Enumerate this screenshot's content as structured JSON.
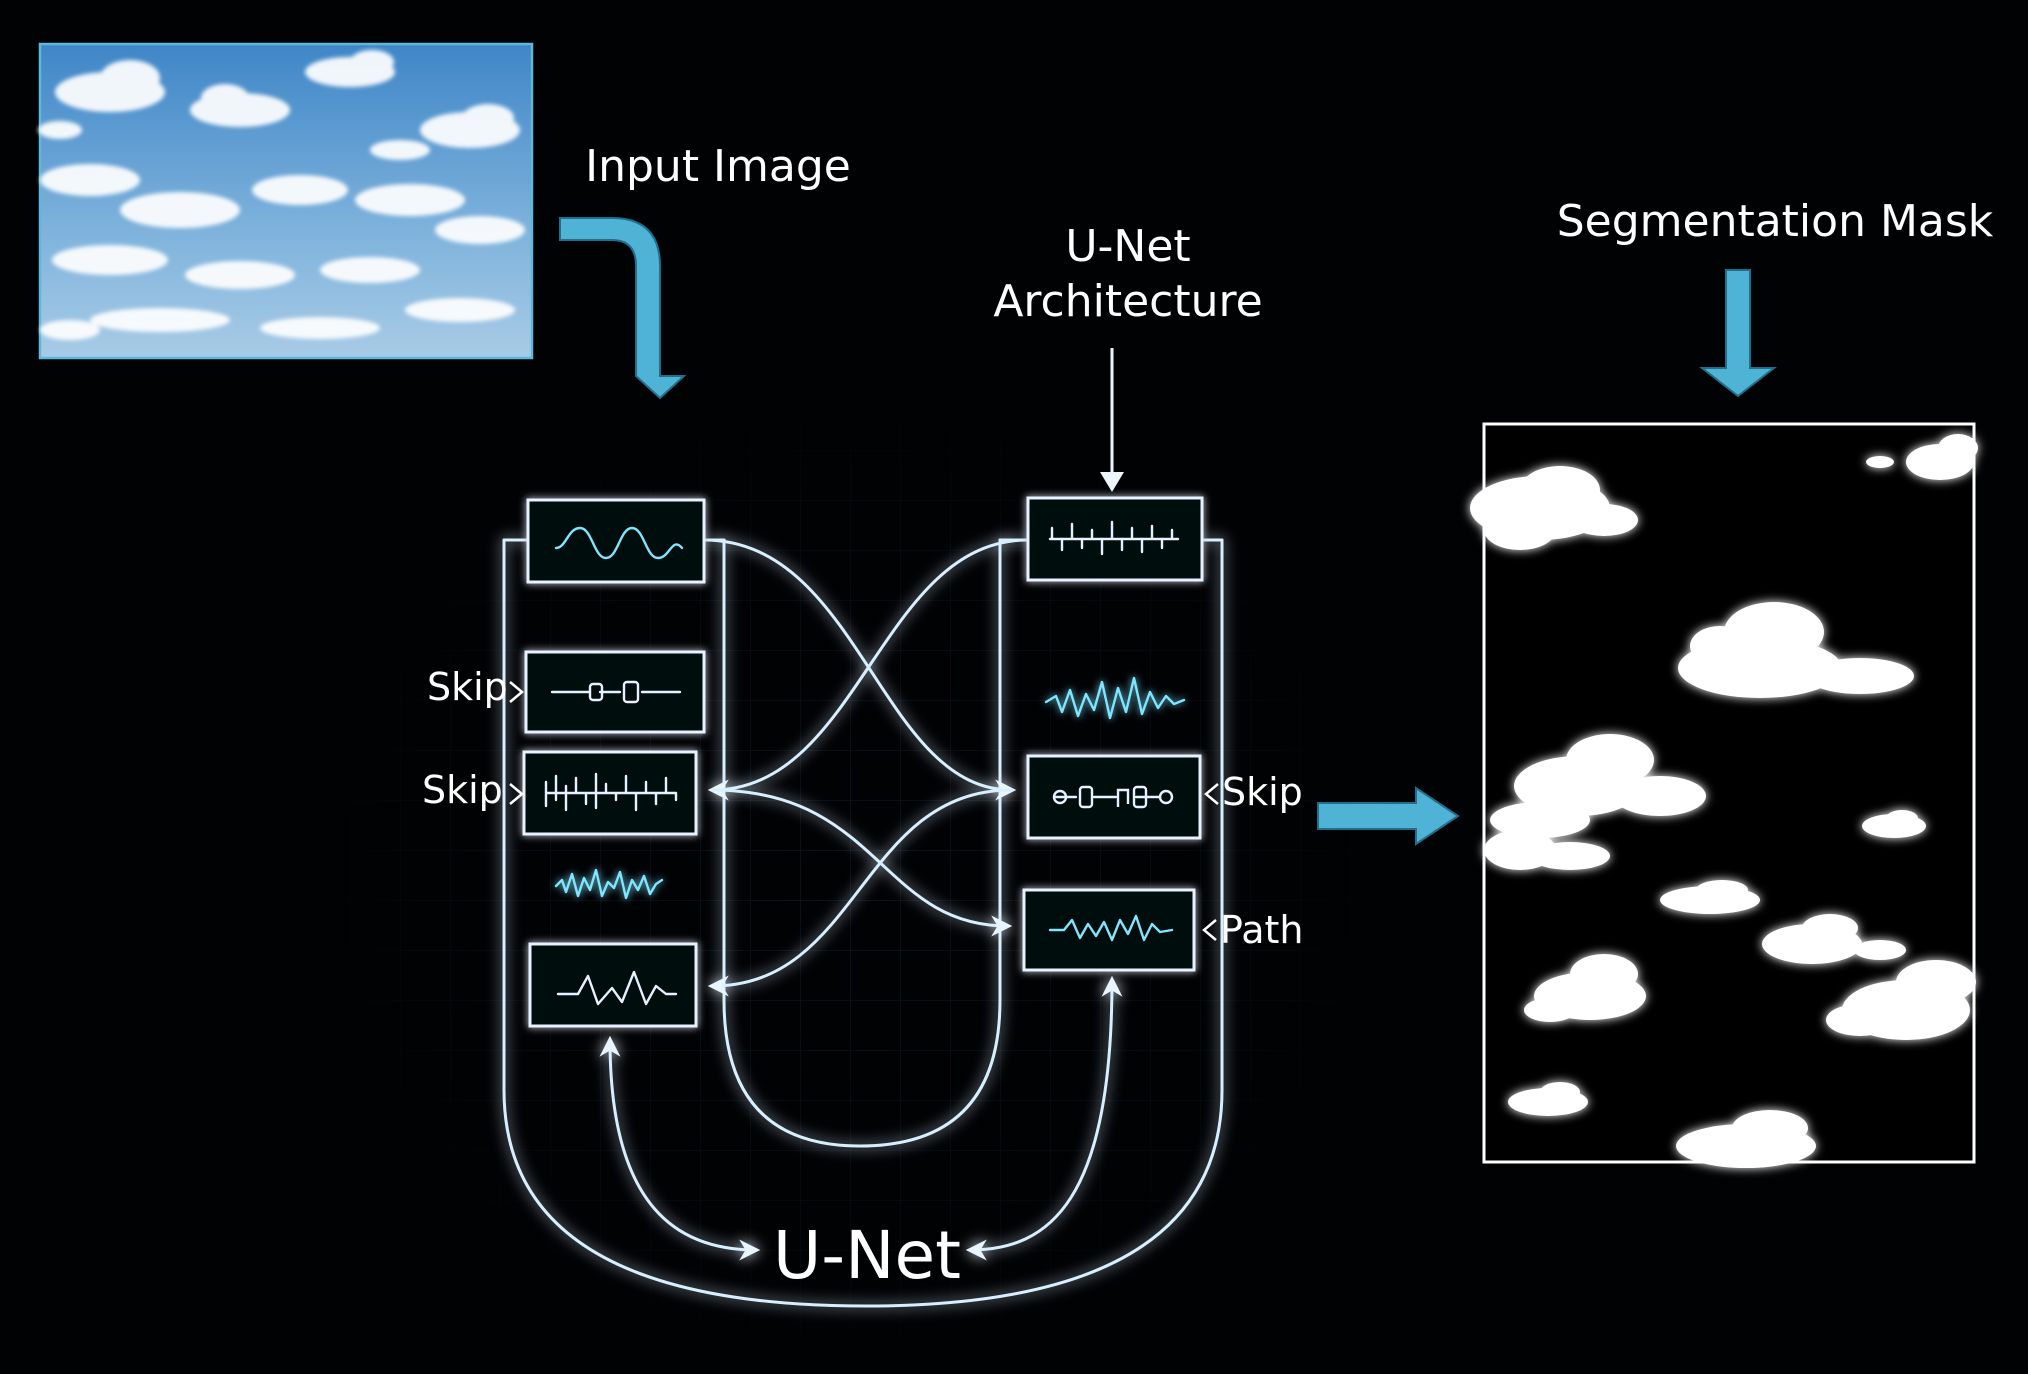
{
  "labels": {
    "input_image": "Input Image",
    "unet_arch_line1": "U-Net",
    "unet_arch_line2": "Architecture",
    "segmentation_mask": "Segmentation Mask",
    "skip_1": "Skip",
    "skip_2": "Skip",
    "skip_3": "Skip",
    "path": "Path",
    "unet_bottom": "U-Net"
  },
  "colors": {
    "background": "#010204",
    "arrow_fill": "#4fb3d6",
    "arrow_stroke": "#1f6f8c",
    "glow_line": "#d8efff",
    "waveform": "#7fe6ff",
    "sky_top": "#3f86c7",
    "sky_bottom": "#a8cbe6",
    "mask_background": "#000000",
    "cloud": "#ffffff"
  },
  "icons": {
    "encoder_block_1": "sine-wave-icon",
    "encoder_block_2": "conv-link-icon",
    "encoder_block_3": "bar-wave-icon",
    "encoder_floating": "noise-wave-icon",
    "encoder_block_4": "spike-wave-icon",
    "decoder_block_1": "bar-wave-icon",
    "decoder_floating": "noise-wave-icon",
    "decoder_block_2": "chain-link-icon",
    "decoder_block_3": "zigzag-wave-icon"
  }
}
